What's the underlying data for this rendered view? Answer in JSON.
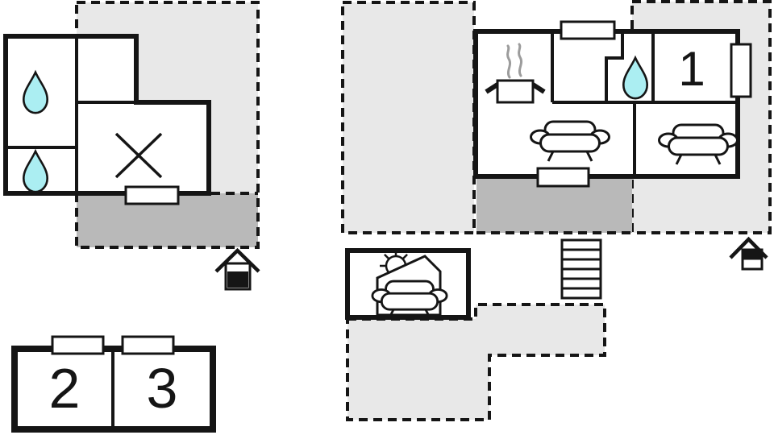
{
  "plan": {
    "rooms": [
      {
        "id": "bedroom-1",
        "label": "1"
      },
      {
        "id": "bedroom-2",
        "label": "2"
      },
      {
        "id": "bedroom-3",
        "label": "3"
      }
    ],
    "stairs": {
      "steps": 6
    }
  },
  "colors": {
    "wall": "#151515",
    "floor": "#ffffff",
    "terrace_light": "#e8e8e8",
    "terrace_dark": "#b9b9b9",
    "water": "#abeef2",
    "steam": "#9c9c9c"
  },
  "icons": {
    "water_drop_icon": "teardrop",
    "shower_icon": "diagonal-cross",
    "stove_pot_icon": "pot-with-steam",
    "sofa_icon": "sofa-front-view",
    "stairs_icon": "six-step-staircase",
    "sun_icon": "sun-with-rays",
    "entrance_marker_icon": "house-silhouette"
  }
}
